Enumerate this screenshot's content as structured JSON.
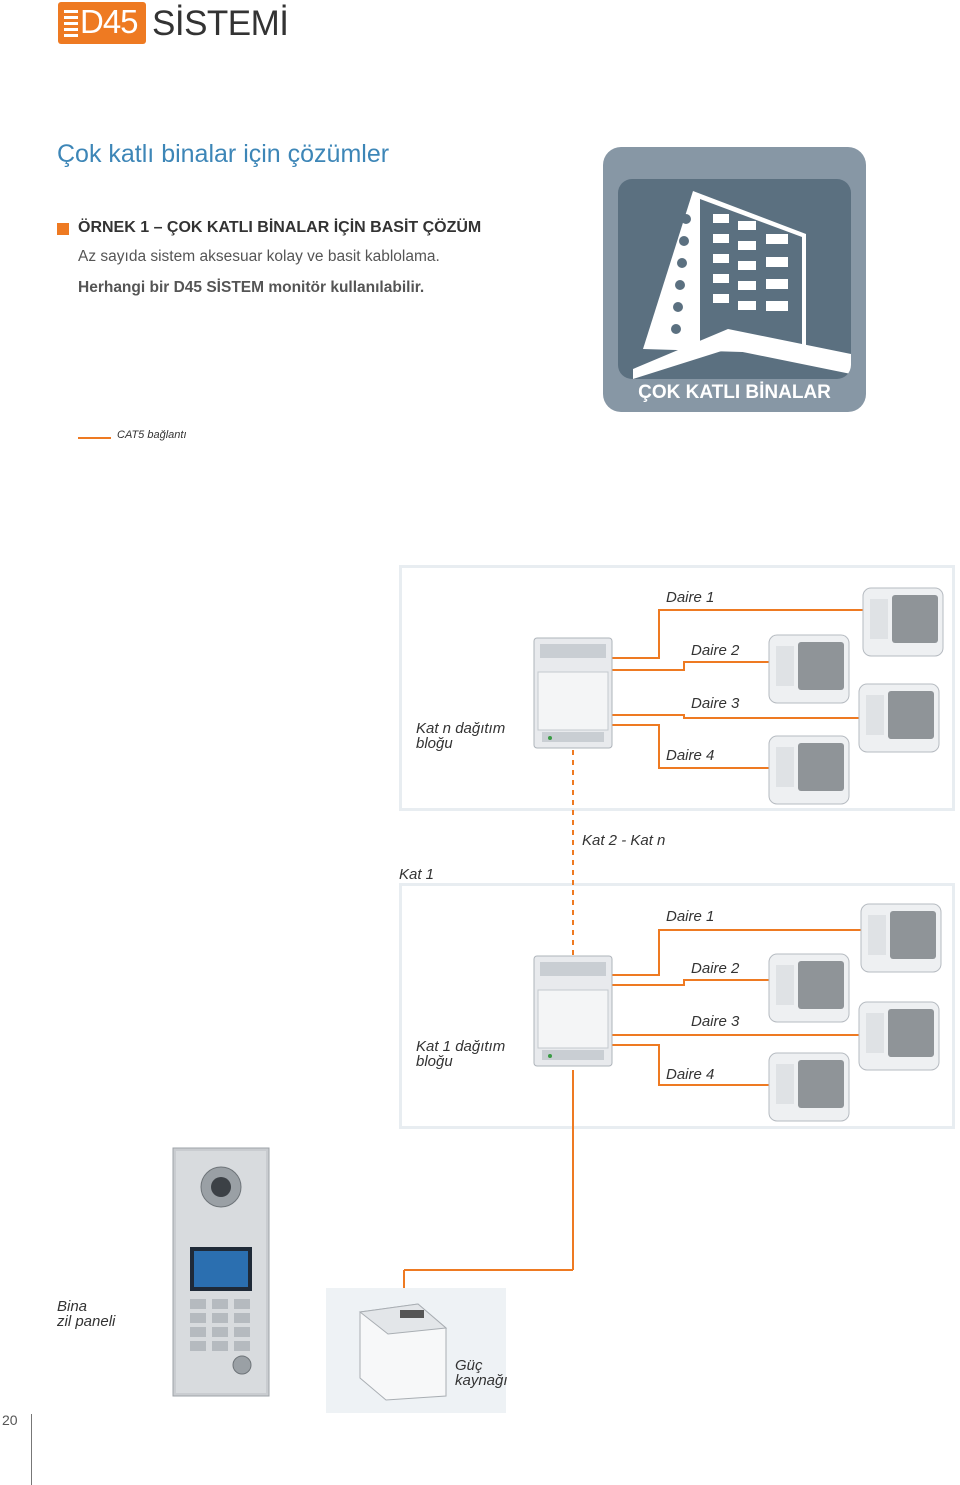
{
  "header": {
    "logo_text": "D45",
    "system_text": "SİSTEMİ"
  },
  "section_heading": "Çok katlı binalar için çözümler",
  "example": {
    "title": "ÖRNEK 1 – ÇOK KATLI BİNALAR İÇİN BASİT ÇÖZÜM",
    "line1": "Az sayıda sistem aksesuar kolay ve basit kablolama.",
    "line2": "Herhangi bir D45 SİSTEM monitör kullanılabilir."
  },
  "badge": {
    "label": "ÇOK KATLI BİNALAR"
  },
  "legend": {
    "text": "CAT5 bağlantı"
  },
  "colors": {
    "accent": "#ee7a22",
    "heading_blue": "#3d86b7",
    "badge_bg": "#8797a5",
    "badge_inner": "#5b7080"
  },
  "floor_n": {
    "block_label_line1": "Kat n dağıtım",
    "block_label_line2": "bloğu",
    "apartments": [
      "Daire 1",
      "Daire 2",
      "Daire 3",
      "Daire 4"
    ]
  },
  "riser_label": "Kat 2 - Kat n",
  "floor_1": {
    "floor_label": "Kat 1",
    "block_label_line1": "Kat 1 dağıtım",
    "block_label_line2": "bloğu",
    "apartments": [
      "Daire 1",
      "Daire 2",
      "Daire 3",
      "Daire 4"
    ]
  },
  "entrance_panel": {
    "label_line1": "Bina",
    "label_line2": "zil paneli"
  },
  "power_supply": {
    "label_line1": "Güç",
    "label_line2": "kaynağı"
  },
  "page_number": "20"
}
